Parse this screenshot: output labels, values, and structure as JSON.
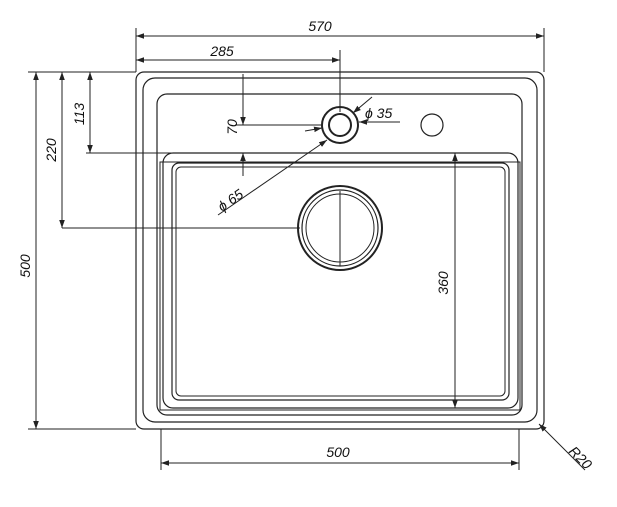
{
  "dimensions": {
    "overall_width": "570",
    "center_offset": "285",
    "overall_height": "500",
    "drain_offset": "220",
    "tap_offset": "113",
    "tap_to_bowl": "70",
    "tap_hole": "ϕ 35",
    "drain_hole": "ϕ 65",
    "bowl_height": "360",
    "bowl_width": "500",
    "corner_radius": "R20"
  }
}
